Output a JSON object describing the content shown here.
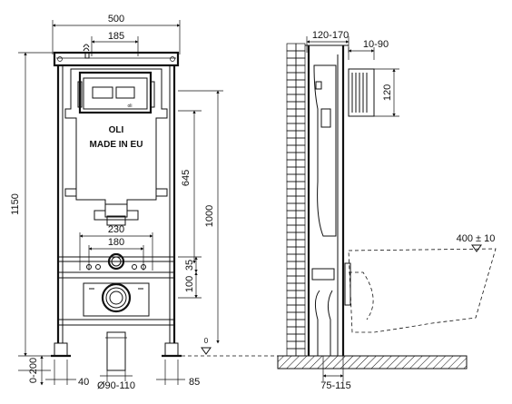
{
  "front_view": {
    "dim_width": "500",
    "dim_top_offset": "185",
    "dim_height": "1150",
    "dim_mount": "1000",
    "dim_button": "645",
    "dim_bolt_outer": "230",
    "dim_bolt_inner": "180",
    "dim_upper": "35",
    "dim_drain": "100",
    "dim_floor": "0-200",
    "dim_foot_left": "40",
    "dim_foot_right": "85",
    "dim_pipe": "Ø90-110",
    "floor_zero": "0",
    "brand": "OLI",
    "made_in": "MADE IN EU",
    "button_mark": "oli"
  },
  "side_view": {
    "dim_depth": "120-170",
    "dim_wall": "10-90",
    "dim_inlet": "120",
    "dim_bowl": "400 ± 10",
    "dim_outlet": "75-115"
  }
}
